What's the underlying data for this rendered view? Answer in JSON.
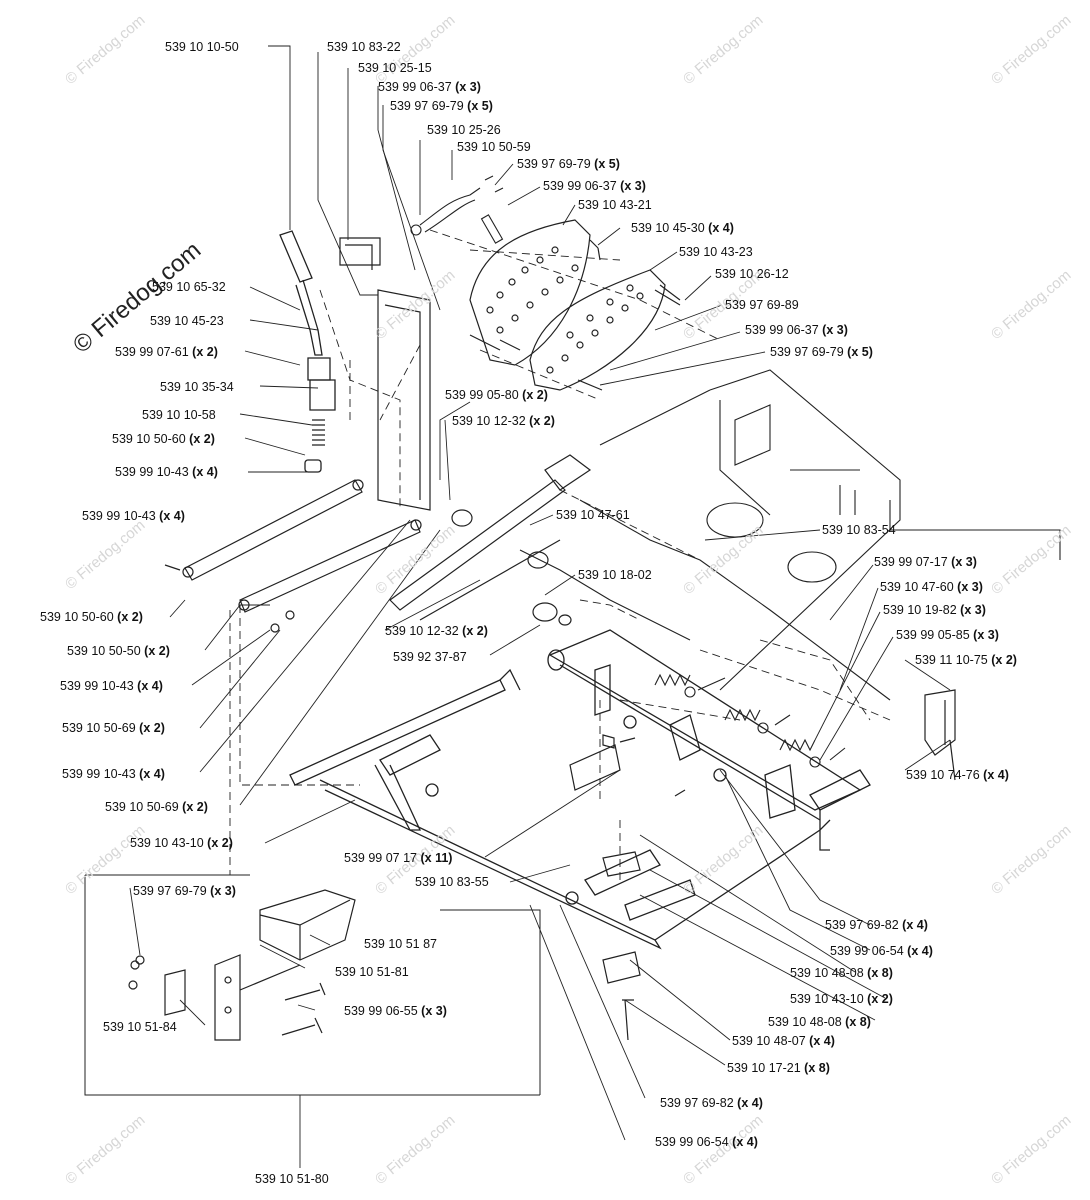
{
  "watermark": {
    "text": "© Firedog.com",
    "main": "© Firedog.com"
  },
  "labels": [
    {
      "num": "539 10 10-50",
      "qty": ""
    },
    {
      "num": "539 10 83-22",
      "qty": ""
    },
    {
      "num": "539 10 25-15",
      "qty": ""
    },
    {
      "num": "539 99 06-37",
      "qty": "(x 3)"
    },
    {
      "num": "539 97 69-79",
      "qty": "(x 5)"
    },
    {
      "num": "539 10 25-26",
      "qty": ""
    },
    {
      "num": "539 10 50-59",
      "qty": ""
    },
    {
      "num": "539 97 69-79",
      "qty": "(x 5)"
    },
    {
      "num": "539 99 06-37",
      "qty": "(x 3)"
    },
    {
      "num": "539 10 43-21",
      "qty": ""
    },
    {
      "num": "539 10 45-30",
      "qty": "(x 4)"
    },
    {
      "num": "539 10 43-23",
      "qty": ""
    },
    {
      "num": "539 10 26-12",
      "qty": ""
    },
    {
      "num": "539 97 69-89",
      "qty": ""
    },
    {
      "num": "539 99 06-37",
      "qty": "(x 3)"
    },
    {
      "num": "539 97 69-79",
      "qty": "(x 5)"
    },
    {
      "num": "539 10 65-32",
      "qty": ""
    },
    {
      "num": "539 10 45-23",
      "qty": ""
    },
    {
      "num": "539 99 07-61",
      "qty": "(x 2)"
    },
    {
      "num": "539 10 35-34",
      "qty": ""
    },
    {
      "num": "539 10 10-58",
      "qty": ""
    },
    {
      "num": "539 10 50-60",
      "qty": "(x 2)"
    },
    {
      "num": "539 99 10-43",
      "qty": "(x 4)"
    },
    {
      "num": "539 99 05-80",
      "qty": "(x 2)"
    },
    {
      "num": "539 10 12-32",
      "qty": "(x 2)"
    },
    {
      "num": "539 99 10-43",
      "qty": "(x 4)"
    },
    {
      "num": "539 10 47-61",
      "qty": ""
    },
    {
      "num": "539 10 83-54",
      "qty": ""
    },
    {
      "num": "539 10 18-02",
      "qty": ""
    },
    {
      "num": "539 99 07-17",
      "qty": "(x 3)"
    },
    {
      "num": "539 10 47-60",
      "qty": "(x 3)"
    },
    {
      "num": "539 10 50-60",
      "qty": "(x 2)"
    },
    {
      "num": "539 10 19-82",
      "qty": "(x 3)"
    },
    {
      "num": "539 10 12-32",
      "qty": "(x 2)"
    },
    {
      "num": "539 99 05-85",
      "qty": "(x 3)"
    },
    {
      "num": "539 10 50-50",
      "qty": "(x 2)"
    },
    {
      "num": "539 92 37-87",
      "qty": ""
    },
    {
      "num": "539 11 10-75",
      "qty": "(x 2)"
    },
    {
      "num": "539 99 10-43",
      "qty": "(x 4)"
    },
    {
      "num": "539 10 50-69",
      "qty": "(x 2)"
    },
    {
      "num": "539 99 10-43",
      "qty": "(x 4)"
    },
    {
      "num": "539 10 74-76",
      "qty": "(x 4)"
    },
    {
      "num": "539 10 50-69",
      "qty": "(x 2)"
    },
    {
      "num": "539 10 43-10",
      "qty": "(x 2)"
    },
    {
      "num": "539 99 07 17",
      "qty": "(x 11)"
    },
    {
      "num": "539 10 83-55",
      "qty": ""
    },
    {
      "num": "539 97 69-79",
      "qty": "(x 3)"
    },
    {
      "num": "539 10 51 87",
      "qty": ""
    },
    {
      "num": "539 97 69-82",
      "qty": "(x 4)"
    },
    {
      "num": "539 99 06-54",
      "qty": "(x 4)"
    },
    {
      "num": "539 10 51-81",
      "qty": ""
    },
    {
      "num": "539 10 48-08",
      "qty": "(x 8)"
    },
    {
      "num": "539 99 06-55",
      "qty": "(x 3)"
    },
    {
      "num": "539 10 43-10",
      "qty": "(x 2)"
    },
    {
      "num": "539 10 51-84",
      "qty": ""
    },
    {
      "num": "539 10 48-08",
      "qty": "(x 8)"
    },
    {
      "num": "539 10 48-07",
      "qty": "(x 4)"
    },
    {
      "num": "539 10 17-21",
      "qty": "(x 8)"
    },
    {
      "num": "539 97 69-82",
      "qty": "(x 4)"
    },
    {
      "num": "539 10 51-80",
      "qty": ""
    },
    {
      "num": "539 99 06-54",
      "qty": "(x 4)"
    }
  ]
}
